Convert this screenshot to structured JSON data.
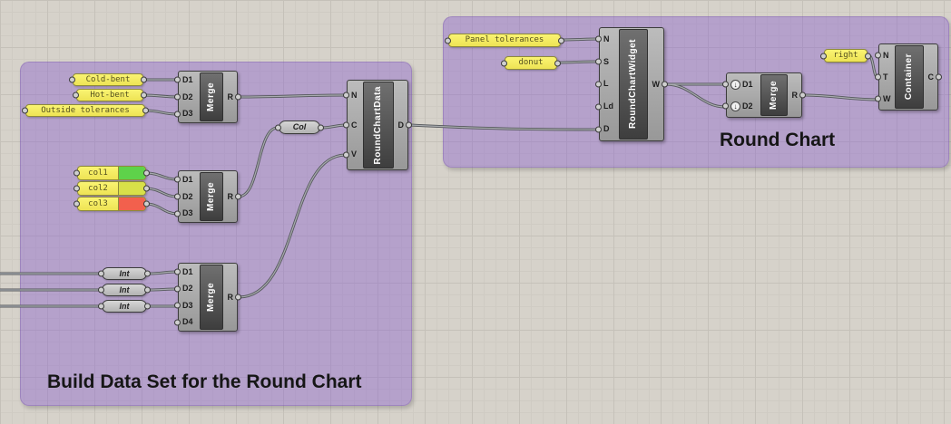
{
  "groups": {
    "build_group": {
      "label": "Build Data Set for the Round Chart"
    },
    "round_group": {
      "label": "Round Chart"
    }
  },
  "panels": {
    "cold_bent": {
      "text": "Cold-bent"
    },
    "hot_bent": {
      "text": "Hot-bent"
    },
    "outside_tolerances": {
      "text": "Outside tolerances"
    },
    "panel_tolerances": {
      "text": "Panel tolerances"
    },
    "donut": {
      "text": "donut"
    },
    "right": {
      "text": "right"
    },
    "col1": {
      "text": "col1",
      "swatch": "#5ed24a"
    },
    "col2": {
      "text": "col2",
      "swatch": "#d8e049"
    },
    "col3": {
      "text": "col3",
      "swatch": "#f2604d"
    }
  },
  "params": {
    "col": {
      "label": "Col"
    },
    "int": {
      "label": "Int"
    }
  },
  "components": {
    "merge1": {
      "name": "Merge",
      "inputs": [
        "D1",
        "D2",
        "D3"
      ],
      "outputs": [
        "R"
      ]
    },
    "merge2": {
      "name": "Merge",
      "inputs": [
        "D1",
        "D2",
        "D3"
      ],
      "outputs": [
        "R"
      ]
    },
    "merge3": {
      "name": "Merge",
      "inputs": [
        "D1",
        "D2",
        "D3",
        "D4"
      ],
      "outputs": [
        "R"
      ]
    },
    "merge4": {
      "name": "Merge",
      "inputs": [
        "D1",
        "D2"
      ],
      "outputs": [
        "R"
      ]
    },
    "round_chart_data": {
      "name": "RoundChartData",
      "inputs": [
        "N",
        "C",
        "V"
      ],
      "outputs": [
        "D"
      ]
    },
    "round_chart_widget": {
      "name": "RoundChartWidget",
      "inputs": [
        "N",
        "S",
        "L",
        "Ld",
        "D"
      ],
      "outputs": [
        "W"
      ]
    },
    "container": {
      "name": "Container",
      "inputs": [
        "N",
        "T",
        "W"
      ],
      "outputs": [
        "C"
      ]
    }
  },
  "icons": {
    "flatten_arrow": "↓"
  },
  "colors": {
    "group_fill": "#b49ade",
    "panel_fill": "#f7f05f",
    "canvas": "#d6d2ca"
  }
}
